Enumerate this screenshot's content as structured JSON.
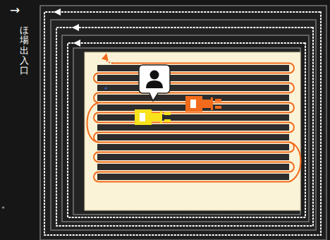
{
  "diagram": {
    "labels": [
      "→",
      "ほ場出入口",
      "。"
    ]
  }
}
